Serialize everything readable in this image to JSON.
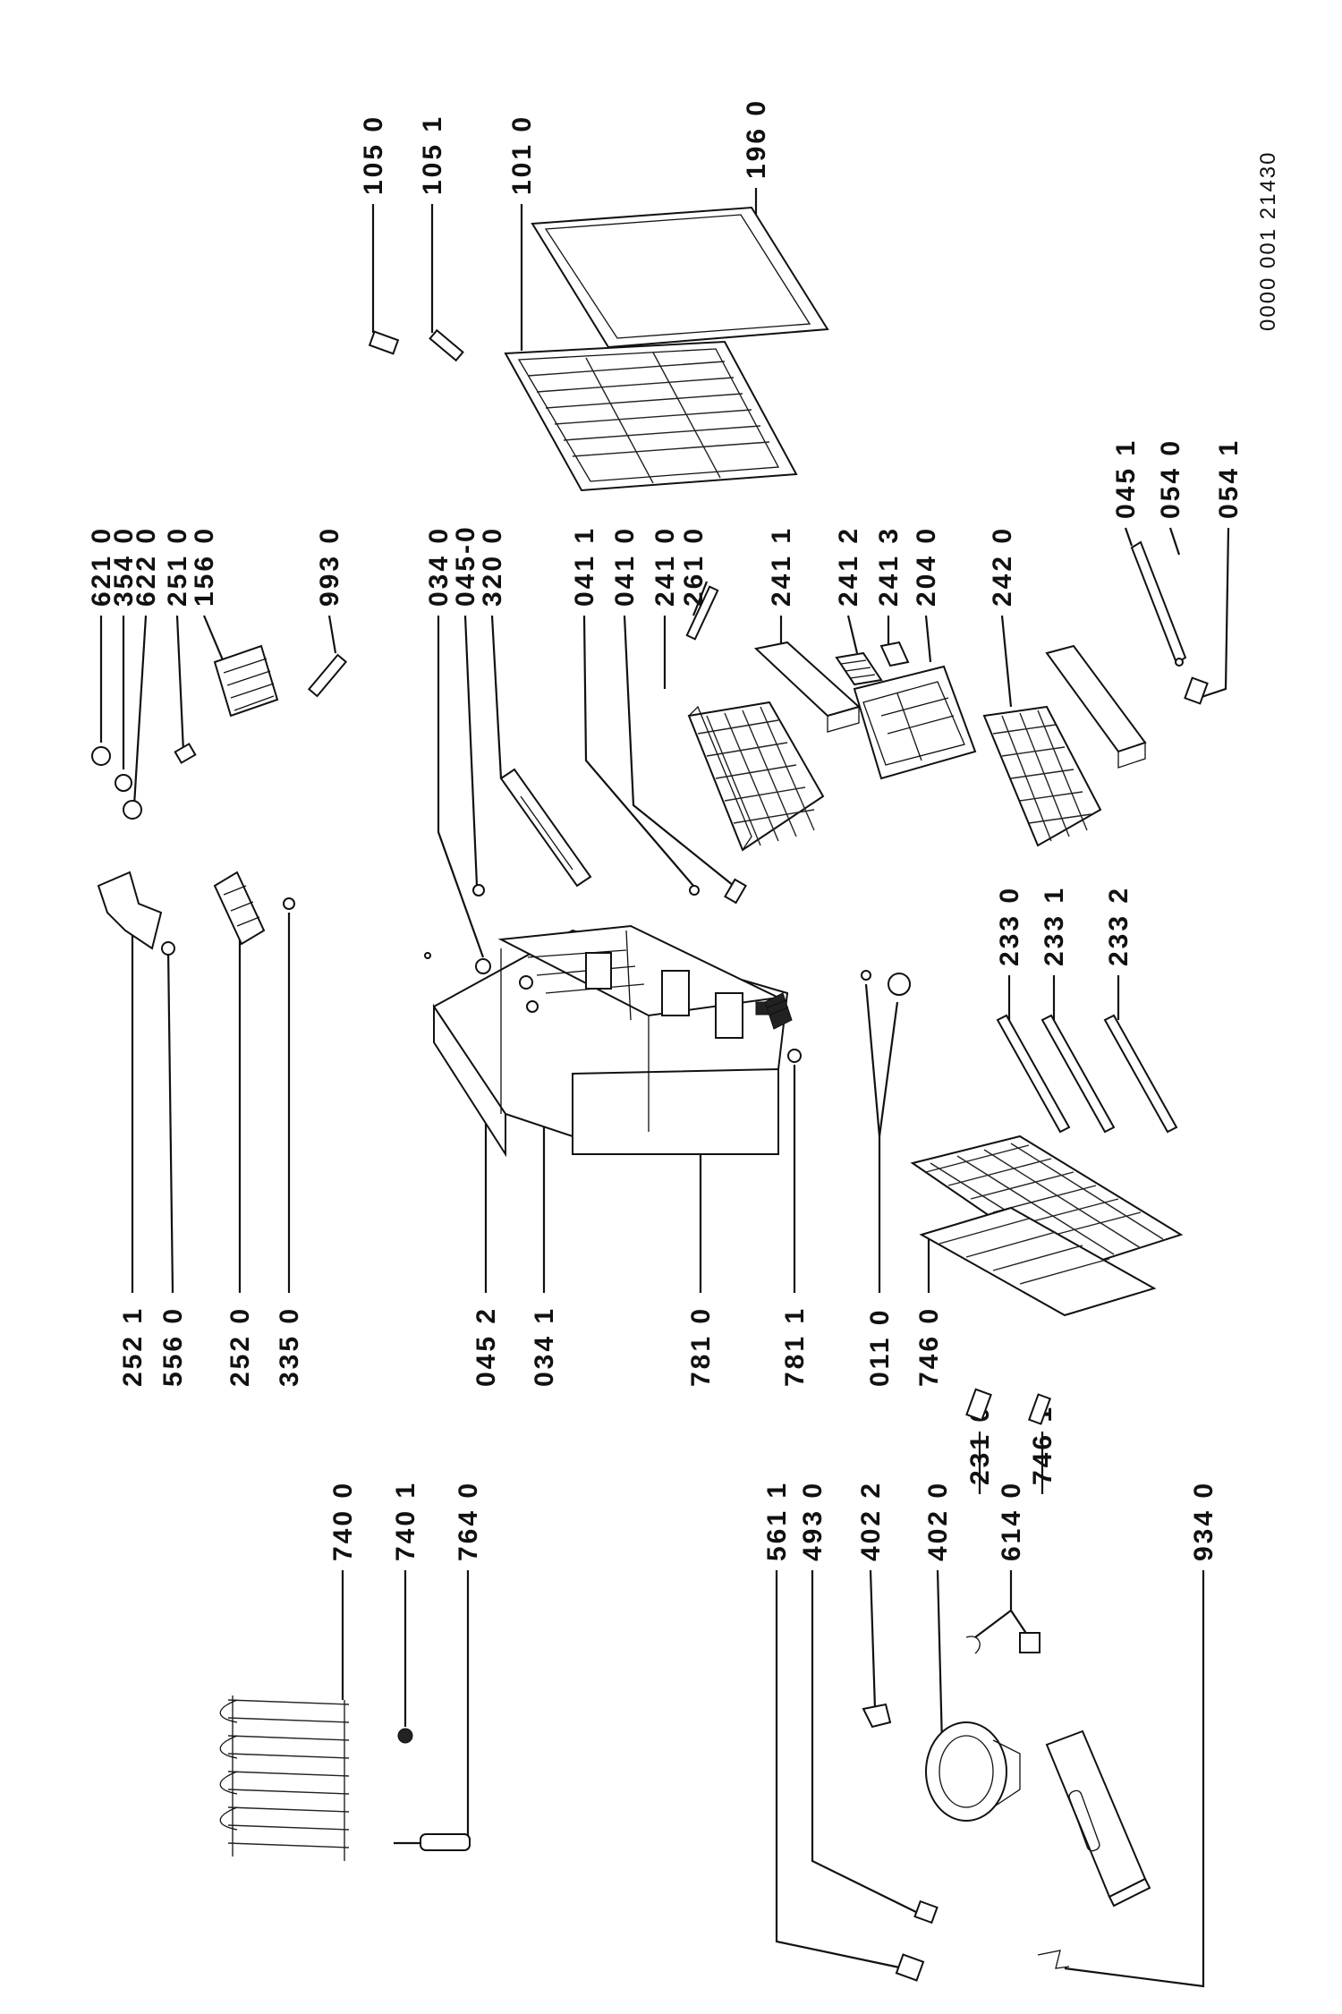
{
  "document_number": "0000 001 21430",
  "labels": {
    "l_105_0": "105 0",
    "l_105_1": "105 1",
    "l_101_0": "101 0",
    "l_196_0": "196 0",
    "l_621_0": "621 0",
    "l_354_0": "354 0",
    "l_622_0": "622 0",
    "l_251_0": "251 0",
    "l_156_0": "156 0",
    "l_993_0": "993 0",
    "l_034_0": "034 0",
    "l_045_0": "045-0",
    "l_320_0": "320 0",
    "l_041_1": "041 1",
    "l_041_0": "041 0",
    "l_241_0": "241 0",
    "l_261_0": "261 0",
    "l_241_1": "241 1",
    "l_241_2": "241 2",
    "l_241_3": "241 3",
    "l_204_0": "204 0",
    "l_242_0": "242 0",
    "l_045_1": "045 1",
    "l_054_0": "054 0",
    "l_054_1": "054 1",
    "l_233_0": "233 0",
    "l_233_1": "233 1",
    "l_233_2": "233 2",
    "l_252_1": "252 1",
    "l_556_0": "556 0",
    "l_252_0": "252 0",
    "l_335_0": "335 0",
    "l_045_2": "045 2",
    "l_034_1": "034 1",
    "l_781_0": "781 0",
    "l_781_1": "781 1",
    "l_011_0": "011 0",
    "l_746_0": "746 0",
    "l_740_0": "740 0",
    "l_740_1": "740 1",
    "l_764_0": "764 0",
    "l_561_1": "561 1",
    "l_493_0": "493 0",
    "l_402_2": "402 2",
    "l_402_0": "402 0",
    "l_231_0": "231 0",
    "l_614_0": "614 0",
    "l_746_1": "746 1",
    "l_934_0": "934 0"
  }
}
